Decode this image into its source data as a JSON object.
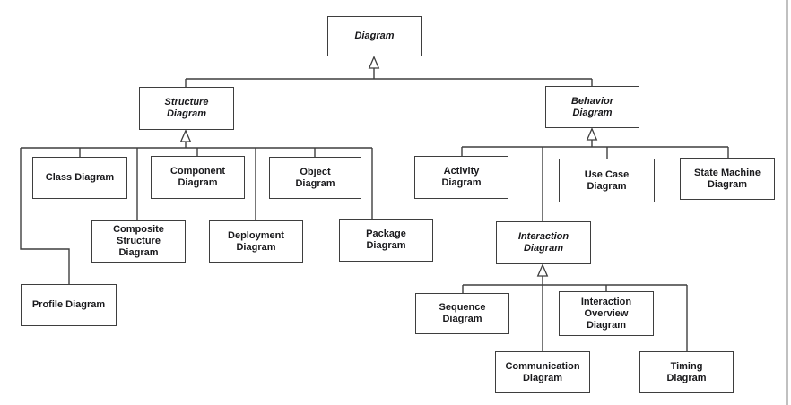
{
  "theme": {
    "background": "#ffffff",
    "line_color": "#3e3e3e",
    "text_color": "#18181b",
    "box_fill": "#ffffff"
  },
  "icons": {
    "generalization_arrowhead": "hollow-upward-triangle"
  },
  "nodes": {
    "diagram": {
      "label": "Diagram",
      "abstract": true
    },
    "structure_diagram": {
      "label": "Structure\nDiagram",
      "abstract": true
    },
    "behavior_diagram": {
      "label": "Behavior\nDiagram",
      "abstract": true
    },
    "class_diagram": {
      "label": "Class Diagram",
      "abstract": false
    },
    "component_diagram": {
      "label": "Component\nDiagram",
      "abstract": false
    },
    "object_diagram": {
      "label": "Object\nDiagram",
      "abstract": false
    },
    "composite_structure_diagram": {
      "label": "Composite\nStructure\nDiagram",
      "abstract": false
    },
    "deployment_diagram": {
      "label": "Deployment\nDiagram",
      "abstract": false
    },
    "package_diagram": {
      "label": "Package\nDiagram",
      "abstract": false
    },
    "profile_diagram": {
      "label": "Profile Diagram",
      "abstract": false
    },
    "activity_diagram": {
      "label": "Activity\nDiagram",
      "abstract": false
    },
    "use_case_diagram": {
      "label": "Use Case\nDiagram",
      "abstract": false
    },
    "state_machine_diagram": {
      "label": "State Machine\nDiagram",
      "abstract": false
    },
    "interaction_diagram": {
      "label": "Interaction\nDiagram",
      "abstract": true
    },
    "sequence_diagram": {
      "label": "Sequence\nDiagram",
      "abstract": false
    },
    "interaction_overview_diagram": {
      "label": "Interaction\nOverview\nDiagram",
      "abstract": false
    },
    "communication_diagram": {
      "label": "Communication\nDiagram",
      "abstract": false
    },
    "timing_diagram": {
      "label": "Timing\nDiagram",
      "abstract": false
    }
  },
  "hierarchy": {
    "diagram": [
      "structure_diagram",
      "behavior_diagram"
    ],
    "structure_diagram": [
      "class_diagram",
      "component_diagram",
      "object_diagram",
      "composite_structure_diagram",
      "deployment_diagram",
      "package_diagram",
      "profile_diagram"
    ],
    "behavior_diagram": [
      "activity_diagram",
      "use_case_diagram",
      "state_machine_diagram",
      "interaction_diagram"
    ],
    "interaction_diagram": [
      "sequence_diagram",
      "interaction_overview_diagram",
      "communication_diagram",
      "timing_diagram"
    ]
  }
}
